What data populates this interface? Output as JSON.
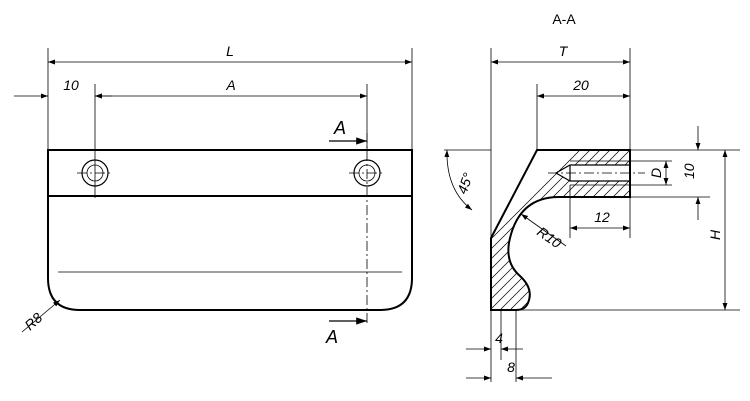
{
  "front_view": {
    "dim_L": "L",
    "dim_A": "A",
    "dim_10": "10",
    "radius_label": "R8",
    "section_mark_top": "A",
    "section_mark_bottom": "A"
  },
  "section_view": {
    "title": "A-A",
    "dim_T": "T",
    "dim_20": "20",
    "angle_label": "45°",
    "dim_D": "D",
    "dim_10": "10",
    "dim_12": "12",
    "radius_label": "R10",
    "dim_H": "H",
    "dim_4": "4",
    "dim_8": "8"
  }
}
